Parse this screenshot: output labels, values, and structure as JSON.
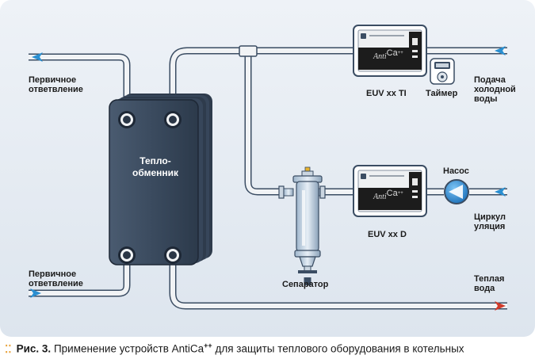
{
  "labels": {
    "primary_branch_top": "Первичное\nответвление",
    "primary_branch_bottom": "Первичное\nответвление",
    "heat_exchanger": "Тепло-\nобменник",
    "device_top": "EUV xx TI",
    "timer": "Таймер",
    "cold_water_supply": "Подача\nхолодной\nводы",
    "pump": "Насос",
    "device_bottom": "EUV xx D",
    "circulation": "Циркулуляция",
    "separator": "Сепаратор",
    "warm_water": "Теплая\nвода"
  },
  "device_screen": {
    "brand": "Anti",
    "brand_sup": "Ca++"
  },
  "caption": {
    "figure": "Рис. 3.",
    "text_before": "Применение устройств AntiCa",
    "text_sup": "++",
    "text_after": " для защиты теплового оборудования в котельных"
  },
  "colors": {
    "pipe_fill": "#f1f3f5",
    "pipe_outline": "#3b4d63",
    "background": "#e8eef5",
    "heat_exchanger": "#3a4a5e",
    "arrow_in": "#2a8fd1",
    "arrow_out": "#d03a2a",
    "accent_caption": "#e8a33d",
    "pump": "#1f86d6"
  }
}
